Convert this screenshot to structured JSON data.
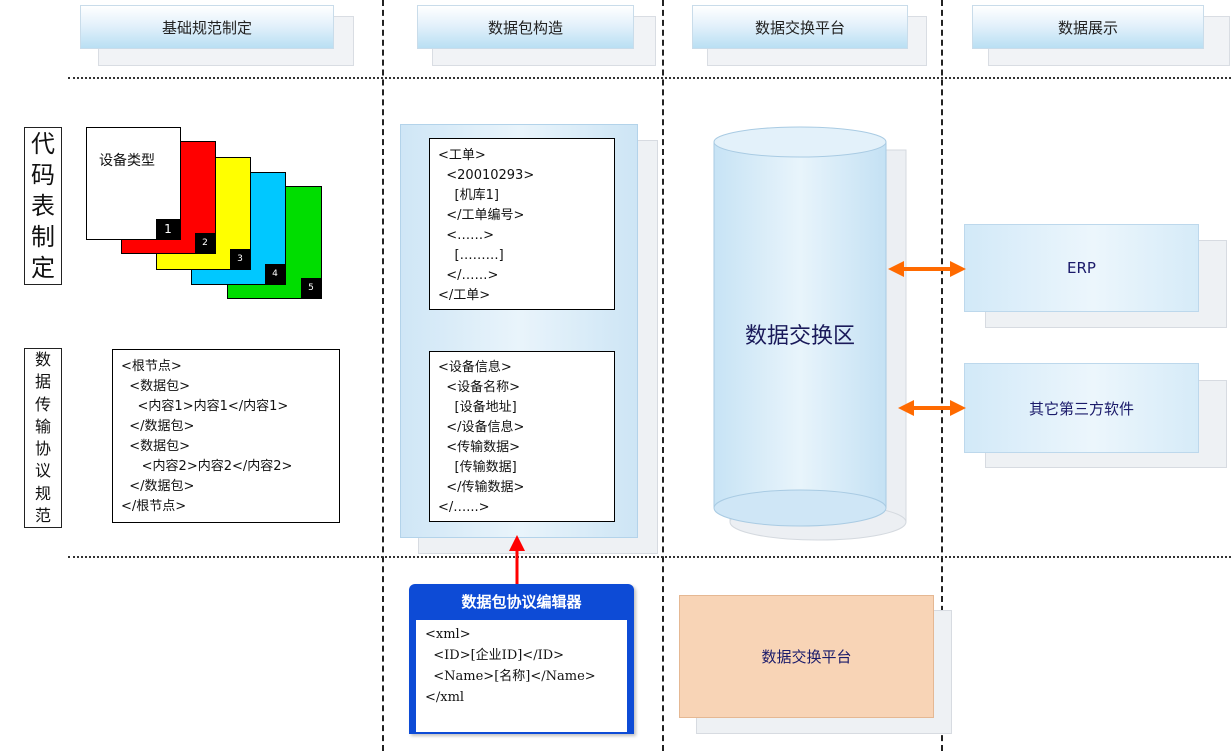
{
  "headers": [
    "基础规范制定",
    "数据包构造",
    "数据交换平台",
    "数据展示"
  ],
  "side_labels": {
    "code_table": [
      "代",
      "码",
      "表",
      "制",
      "定"
    ],
    "protocol": [
      "数",
      "据",
      "传",
      "输",
      "协",
      "议",
      "规",
      "范"
    ]
  },
  "cards": {
    "front_label": "设备类型",
    "numbers": [
      "1",
      "2",
      "3",
      "4",
      "5"
    ],
    "colors": [
      "#ffffff",
      "#ff0000",
      "#ffff00",
      "#00c8ff",
      "#00dd00"
    ]
  },
  "protocol_spec_lines": [
    "<根节点>",
    "  <数据包>",
    "    <内容1>内容1</内容1>",
    "  </数据包>",
    "  <数据包>",
    "     <内容2>内容2</内容2>",
    "  </数据包>",
    "</根节点>"
  ],
  "workorder_lines": [
    "<工单>",
    "  <20010293>",
    "    [机库1]",
    "  </工单编号>",
    "  <……>",
    "    [………]",
    "  </……>",
    "</工单>"
  ],
  "device_lines": [
    "<设备信息>",
    "  <设备名称>",
    "    [设备地址]",
    "  </设备信息>",
    "  <传输数据>",
    "    [传输数据]",
    "  </传输数据>",
    "</…...>"
  ],
  "editor": {
    "title": "数据包协议编辑器",
    "lines": [
      "<xml>",
      "  <ID>[企业ID]</ID>",
      "  <Name>[名称]</Name>",
      "</xml"
    ]
  },
  "exchange_zone": "数据交换区",
  "exchange_platform": "数据交换平台",
  "display_systems": [
    "ERP",
    "其它第三方软件"
  ],
  "colors": {
    "arrow_orange": "#ff6a00",
    "arrow_red": "#ff0000",
    "editor_blue": "#0d4bd6",
    "platform_peach": "#f8d4b6"
  }
}
